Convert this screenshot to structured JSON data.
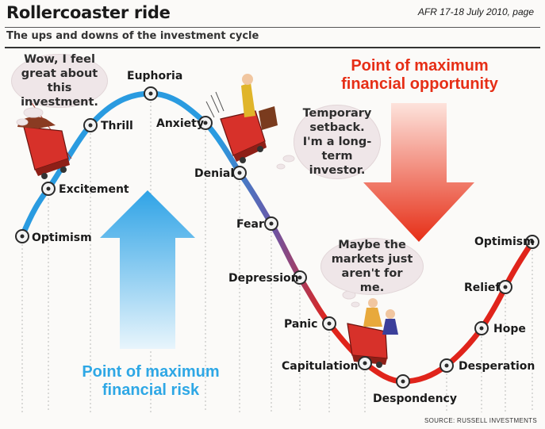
{
  "header": {
    "title": "Rollercoaster ride",
    "source_note": "AFR 17-18 July 2010, page",
    "subtitle": "The ups and downs of the investment cycle"
  },
  "curve_points": [
    {
      "label": "Optimism"
    },
    {
      "label": "Excitement"
    },
    {
      "label": "Thrill"
    },
    {
      "label": "Euphoria"
    },
    {
      "label": "Anxiety"
    },
    {
      "label": "Denial"
    },
    {
      "label": "Fear"
    },
    {
      "label": "Depression"
    },
    {
      "label": "Panic"
    },
    {
      "label": "Capitulation"
    },
    {
      "label": "Despondency"
    },
    {
      "label": "Desperation"
    },
    {
      "label": "Hope"
    },
    {
      "label": "Relief"
    },
    {
      "label": "Optimism"
    }
  ],
  "bubbles": {
    "euphoria": "Wow, I feel great about this investment.",
    "anxiety": "Temporary setback. I'm a long-term investor.",
    "despondency": "Maybe the markets just aren't for me."
  },
  "annotations": {
    "opportunity": "Point of maximum financial opportunity",
    "risk": "Point of maximum financial risk"
  },
  "colors": {
    "rising": "#2a9be0",
    "falling": "#e0241b",
    "opportunity_text": "#e62e16",
    "risk_text": "#2ea7e5"
  },
  "footer": {
    "source": "SOURCE: RUSSELL INVESTMENTS"
  }
}
